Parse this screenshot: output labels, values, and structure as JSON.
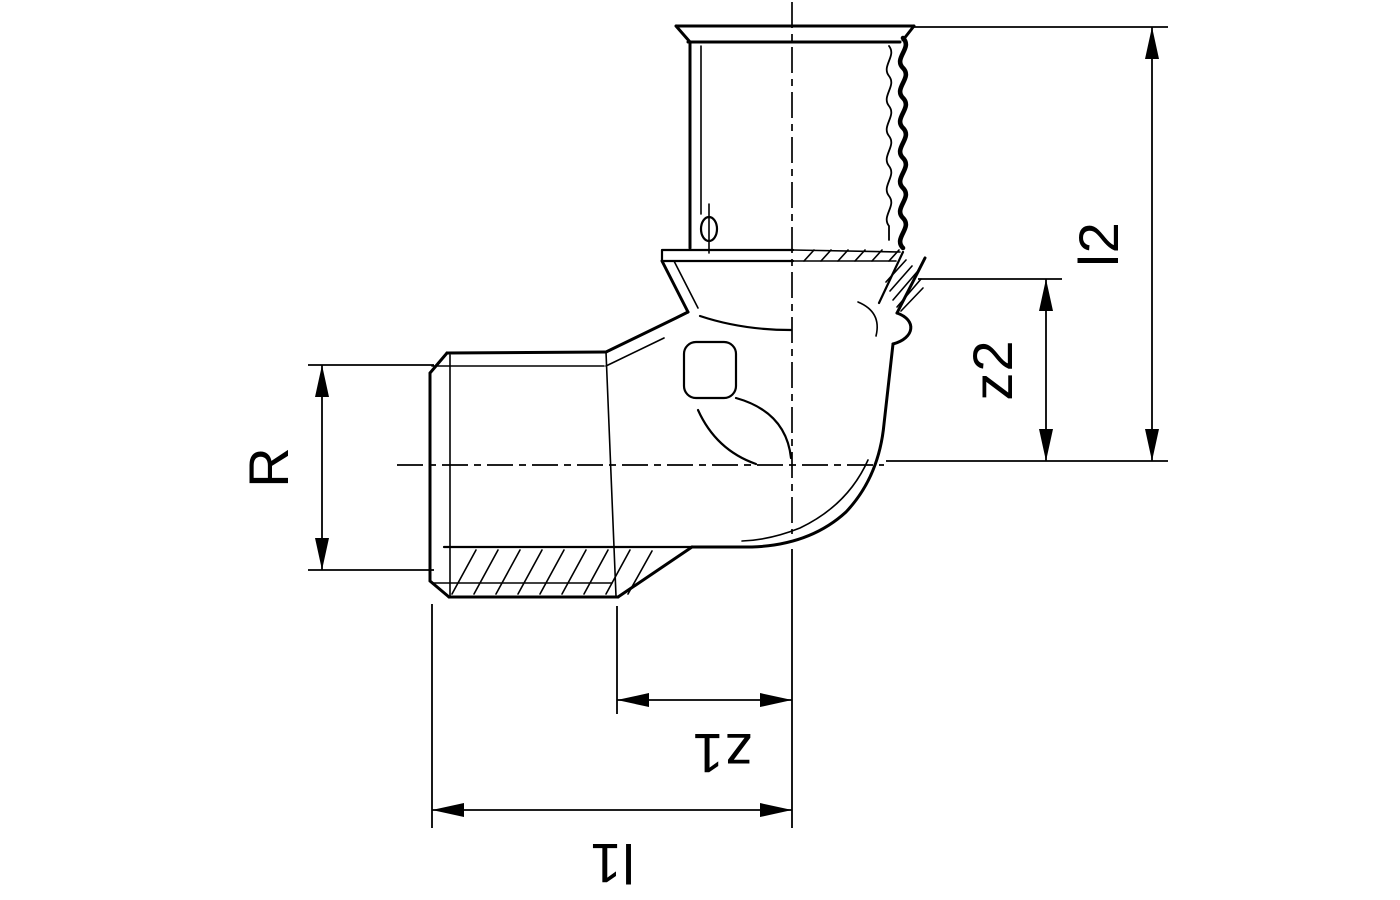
{
  "canvas": {
    "background": "#ffffff",
    "line_color": "#000000"
  },
  "dim_labels": {
    "r": "R",
    "l1": "l1",
    "l2": "l2",
    "z1": "z1",
    "z2": "z2"
  }
}
